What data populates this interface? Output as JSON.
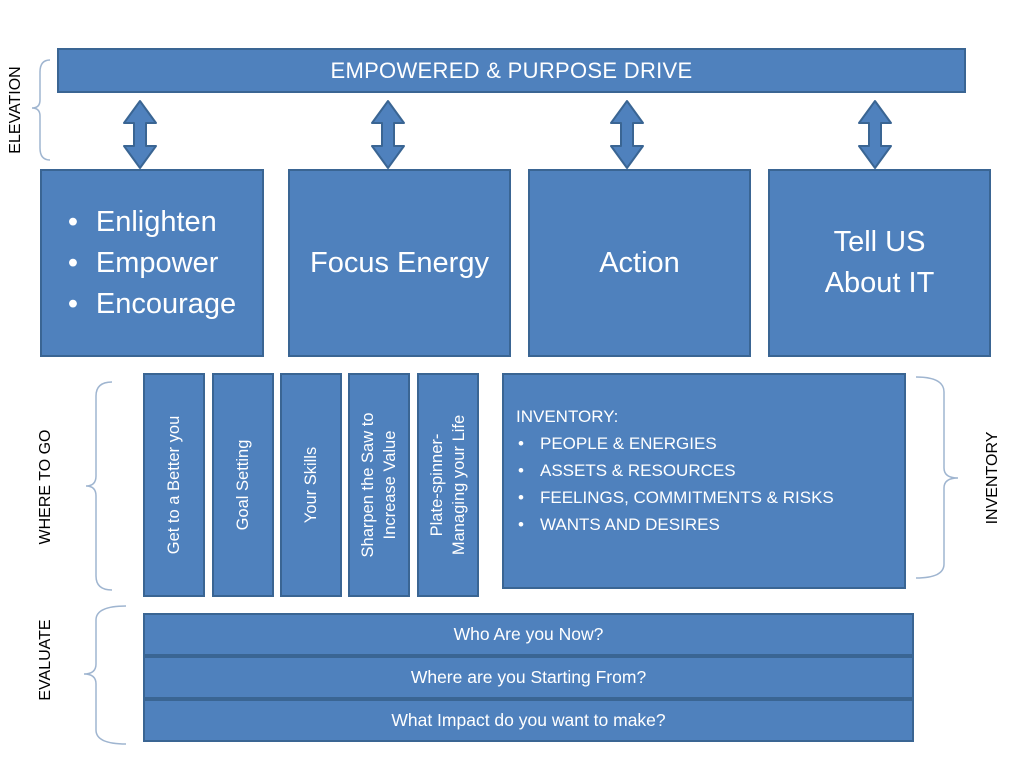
{
  "banner": {
    "text": "EMPOWERED & PURPOSE DRIVE"
  },
  "boxes": {
    "enlighten": {
      "items": [
        "Enlighten",
        "Empower",
        "Encourage"
      ]
    },
    "focus": {
      "text": "Focus Energy"
    },
    "action": {
      "text": "Action"
    },
    "tell": {
      "line1": "Tell US",
      "line2": "About IT"
    }
  },
  "where_to_go": [
    {
      "line1": "Get to a Better you",
      "line2": ""
    },
    {
      "line1": "Goal Setting",
      "line2": ""
    },
    {
      "line1": "Your Skills",
      "line2": ""
    },
    {
      "line1": "Sharpen the Saw to",
      "line2": "Increase Value"
    },
    {
      "line1": "Plate-spinner-",
      "line2": "Managing your Life"
    }
  ],
  "inventory": {
    "title": "INVENTORY:",
    "items": [
      "PEOPLE & ENERGIES",
      "ASSETS & RESOURCES",
      "FEELINGS, COMMITMENTS & RISKS",
      "WANTS AND DESIRES"
    ]
  },
  "evaluate_rows": [
    "Who Are you Now?",
    "Where are you Starting From?",
    "What Impact do you want to make?"
  ],
  "side_labels": {
    "elevation": "ELEVATION",
    "where_to_go": "WHERE TO GO",
    "evaluate": "EVALUATE",
    "inventory": "INVENTORY"
  },
  "colors": {
    "box_fill": "#4f81bd",
    "box_border": "#3a6593",
    "text": "#ffffff",
    "bracket": "#9fb5d0"
  }
}
